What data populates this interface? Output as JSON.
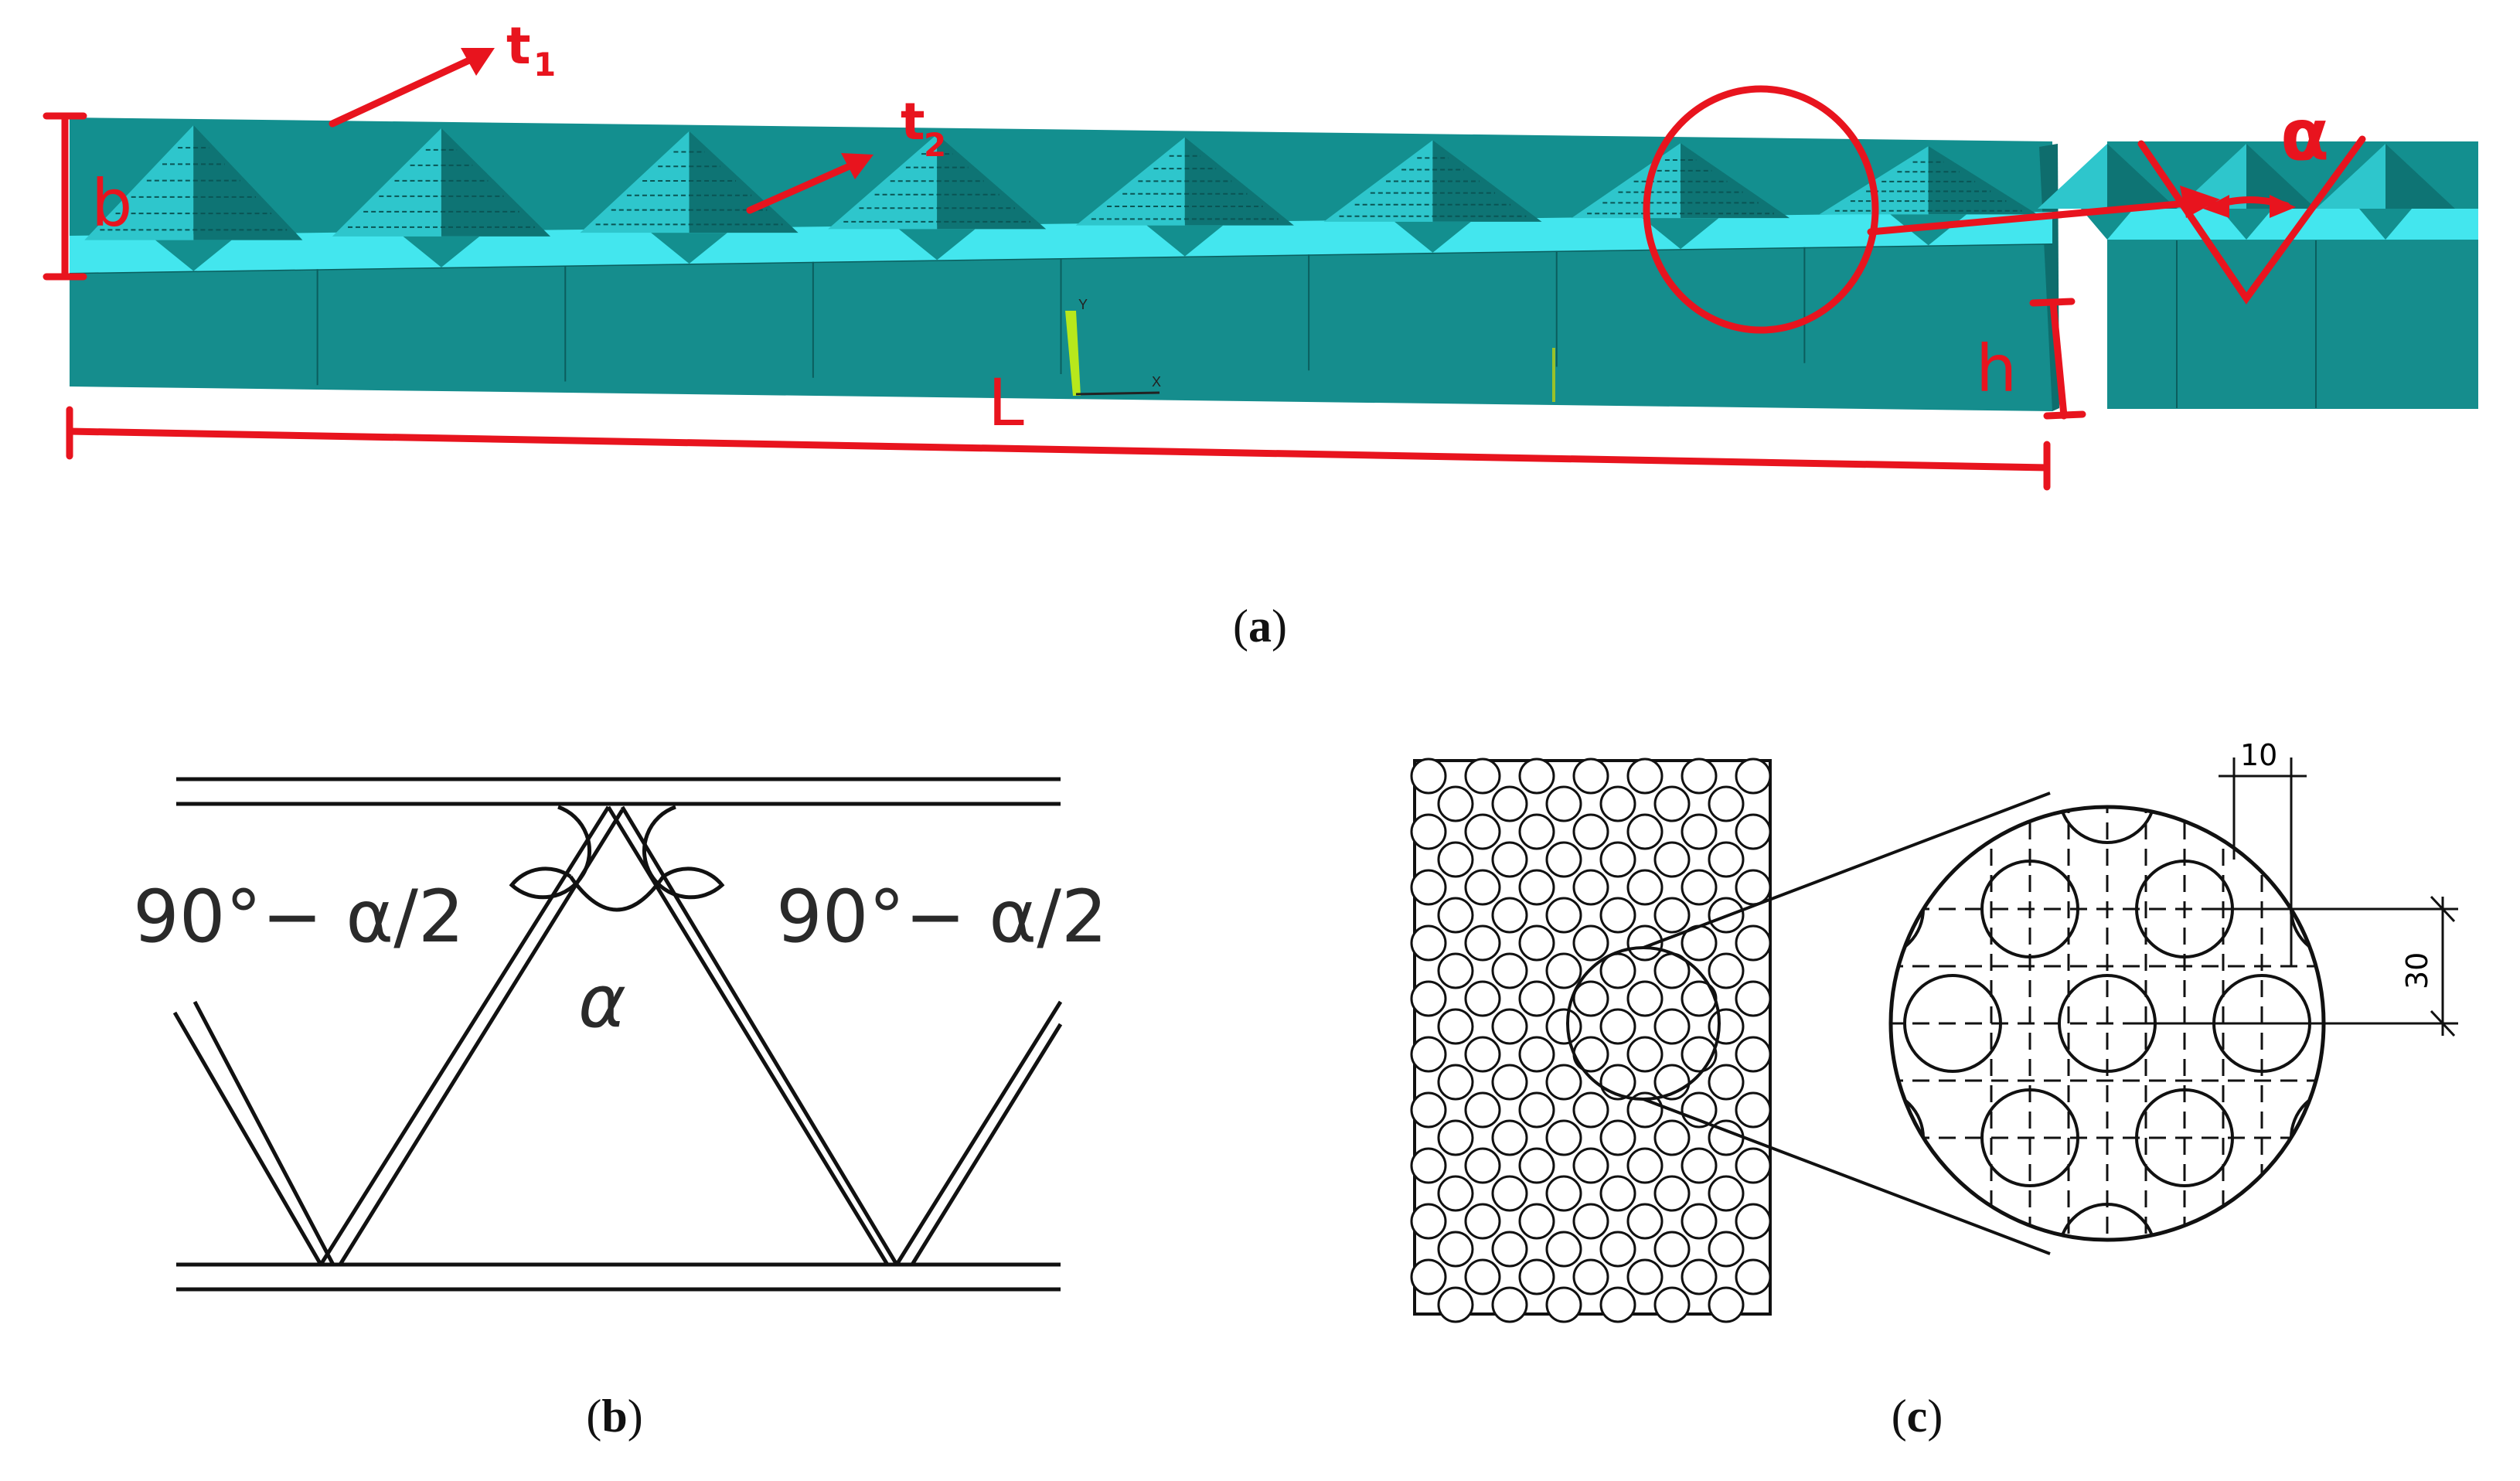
{
  "panel_a": {
    "labels": {
      "t1_base": "t",
      "t1_sub": "1",
      "t2_base": "t",
      "t2_sub": "2",
      "b": "b",
      "h": "h",
      "L": "L",
      "alpha": "α"
    },
    "caption": {
      "open": "(",
      "letter": "a",
      "close": ")"
    },
    "colors": {
      "beam": "#138f8f",
      "beam_dark": "#0e7474",
      "beam_light": "#2ec6cc",
      "core": "#43e6ee",
      "annotation": "#e8141e"
    }
  },
  "panel_b": {
    "angle_left": "90°− α/2",
    "angle_right": "90°− α/2",
    "alpha": "α",
    "caption": {
      "open": "(",
      "letter": "b",
      "close": ")"
    }
  },
  "panel_c": {
    "dim_spacing": "10",
    "dim_pitch": "30",
    "caption": {
      "open": "(",
      "letter": "c",
      "close": ")"
    }
  }
}
